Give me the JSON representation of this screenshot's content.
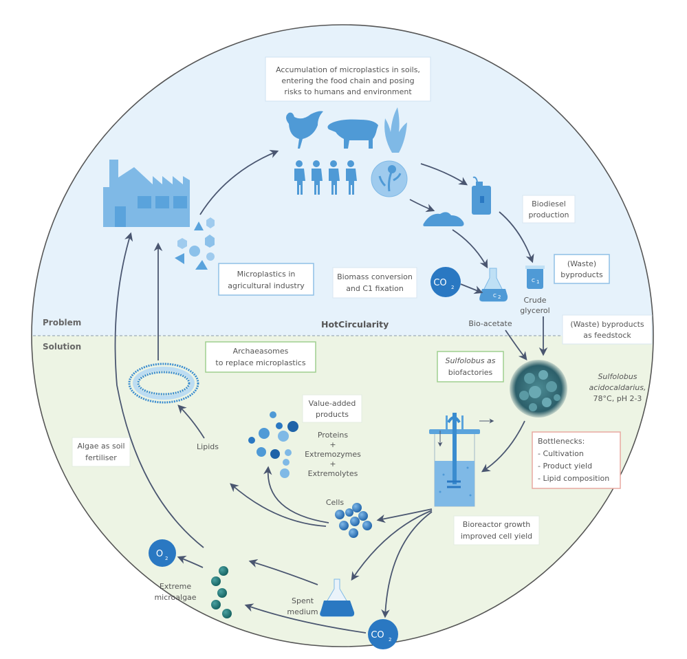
{
  "title": "HotCircularity",
  "sections": {
    "problem": "Problem",
    "solution": "Solution"
  },
  "colors": {
    "problem_bg": "#e6f2fb",
    "solution_bg": "#edf4e4",
    "icon_blue": "#5aa3dc",
    "icon_dark_blue": "#2a78c2",
    "algae_teal": "#1f7a7a",
    "arrow": "#4a5670",
    "box_border_blue": "#8fc0e6",
    "box_border_green": "#9fcf8f",
    "box_border_red": "#e8a8a0"
  },
  "boxes": {
    "accumulation": [
      "Accumulation of microplastics in soils,",
      "entering the food chain and posing",
      "risks to humans and environment"
    ],
    "biodiesel": [
      "Biodiesel",
      "production"
    ],
    "waste_byproducts": [
      "(Waste)",
      "byproducts"
    ],
    "microplastics_ag": [
      "Microplastics in",
      "agricultural industry"
    ],
    "biomass": [
      "Biomass conversion",
      "and C1 fixation"
    ],
    "waste_feedstock": [
      "(Waste) byproducts",
      "as feedstock"
    ],
    "archaeasomes": [
      "Archaeasomes",
      "to replace microplastics"
    ],
    "sulfolobus_biofactories": [
      "Sulfolobus as",
      "biofactories"
    ],
    "value_added": [
      "Value-added",
      "products"
    ],
    "bottlenecks": [
      "Bottlenecks:",
      "- Cultivation",
      "- Product yield",
      "- Lipid composition"
    ],
    "bioreactor": [
      "Bioreactor growth",
      "improved cell yield"
    ],
    "algae_fertiliser": [
      "Algae as soil",
      "fertiliser"
    ]
  },
  "labels": {
    "crude_glycerol": [
      "Crude",
      "glycerol"
    ],
    "bio_acetate": "Bio-acetate",
    "sulfolobus_species": [
      "Sulfolobus",
      "acidocaldarius,",
      "78°C, pH 2-3"
    ],
    "products_list": [
      "Proteins",
      "+",
      "Extremozymes",
      "+",
      "Extremolytes"
    ],
    "lipids": "Lipids",
    "cells": "Cells",
    "spent_medium": [
      "Spent",
      "medium"
    ],
    "extreme_microalgae": [
      "Extreme",
      "microalgae"
    ]
  },
  "chemicals": {
    "co2_main": "CO",
    "co2_sub": "2",
    "o2_main": "O",
    "o2_sub": "2",
    "c1_main": "C",
    "c1_sub": "1",
    "c2_main": "C",
    "c2_sub": "2"
  }
}
